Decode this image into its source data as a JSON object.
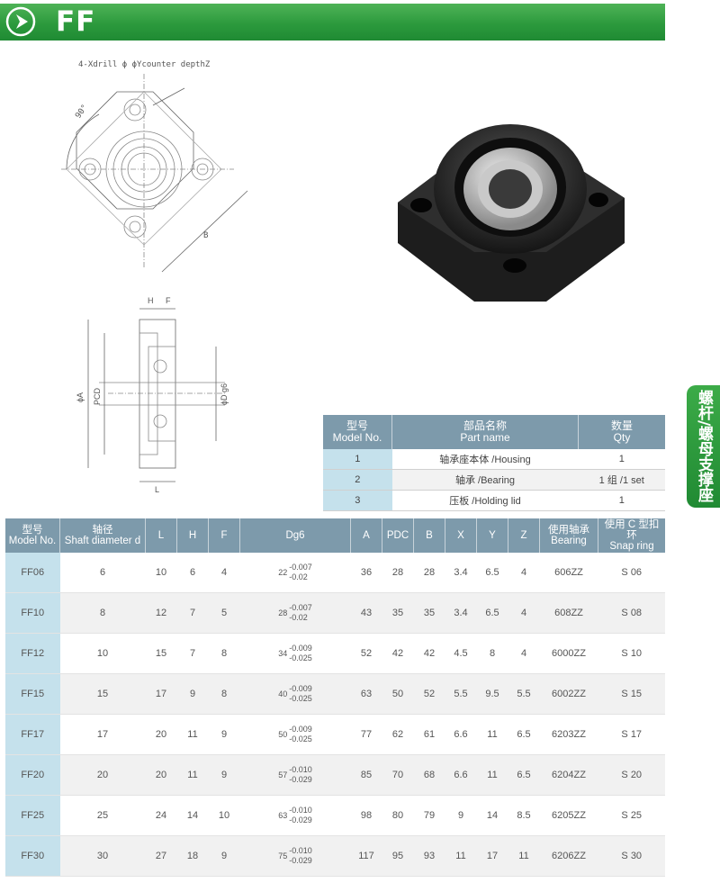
{
  "header": {
    "title": "FF"
  },
  "side_tab": {
    "label": "螺杆/螺母支撑座"
  },
  "drawing": {
    "hole_note": "4-Xdrill ϕ ϕYcounter depthZ",
    "angle": "90°",
    "B": "B",
    "H": "H",
    "F": "F",
    "A": "ϕA",
    "PCD": "PCD",
    "D": "ϕD g6",
    "L": "L"
  },
  "parts_table": {
    "headers": [
      {
        "cn": "型号",
        "en": "Model No."
      },
      {
        "cn": "部品名称",
        "en": "Part name"
      },
      {
        "cn": "数量",
        "en": "Qty"
      }
    ],
    "rows": [
      {
        "no": "1",
        "name": "轴承座本体 /Housing",
        "qty": "1"
      },
      {
        "no": "2",
        "name": "轴承 /Bearing",
        "qty": "1 组 /1 set"
      },
      {
        "no": "3",
        "name": "压板 /Holding lid",
        "qty": "1"
      }
    ]
  },
  "spec_table": {
    "headers": [
      {
        "cn": "型号",
        "en": "Model No."
      },
      {
        "cn": "轴径",
        "en": "Shaft diameter d"
      },
      {
        "cn": "L",
        "en": ""
      },
      {
        "cn": "H",
        "en": ""
      },
      {
        "cn": "F",
        "en": ""
      },
      {
        "cn": "Dg6",
        "en": ""
      },
      {
        "cn": "A",
        "en": ""
      },
      {
        "cn": "PDC",
        "en": ""
      },
      {
        "cn": "B",
        "en": ""
      },
      {
        "cn": "X",
        "en": ""
      },
      {
        "cn": "Y",
        "en": ""
      },
      {
        "cn": "Z",
        "en": ""
      },
      {
        "cn": "使用轴承",
        "en": "Bearing"
      },
      {
        "cn": "使用 C 型扣环",
        "en": "Snap ring"
      }
    ],
    "rows": [
      {
        "model": "FF06",
        "d": "6",
        "L": "10",
        "H": "6",
        "F": "4",
        "dg": "22",
        "up": "-0.007",
        "lo": "-0.02",
        "A": "36",
        "PDC": "28",
        "B": "28",
        "X": "3.4",
        "Y": "6.5",
        "Z": "4",
        "bearing": "606ZZ",
        "ring": "S 06"
      },
      {
        "model": "FF10",
        "d": "8",
        "L": "12",
        "H": "7",
        "F": "5",
        "dg": "28",
        "up": "-0.007",
        "lo": "-0.02",
        "A": "43",
        "PDC": "35",
        "B": "35",
        "X": "3.4",
        "Y": "6.5",
        "Z": "4",
        "bearing": "608ZZ",
        "ring": "S 08"
      },
      {
        "model": "FF12",
        "d": "10",
        "L": "15",
        "H": "7",
        "F": "8",
        "dg": "34",
        "up": "-0.009",
        "lo": "-0.025",
        "A": "52",
        "PDC": "42",
        "B": "42",
        "X": "4.5",
        "Y": "8",
        "Z": "4",
        "bearing": "6000ZZ",
        "ring": "S 10"
      },
      {
        "model": "FF15",
        "d": "15",
        "L": "17",
        "H": "9",
        "F": "8",
        "dg": "40",
        "up": "-0.009",
        "lo": "-0.025",
        "A": "63",
        "PDC": "50",
        "B": "52",
        "X": "5.5",
        "Y": "9.5",
        "Z": "5.5",
        "bearing": "6002ZZ",
        "ring": "S 15"
      },
      {
        "model": "FF17",
        "d": "17",
        "L": "20",
        "H": "11",
        "F": "9",
        "dg": "50",
        "up": "-0.009",
        "lo": "-0.025",
        "A": "77",
        "PDC": "62",
        "B": "61",
        "X": "6.6",
        "Y": "11",
        "Z": "6.5",
        "bearing": "6203ZZ",
        "ring": "S 17"
      },
      {
        "model": "FF20",
        "d": "20",
        "L": "20",
        "H": "11",
        "F": "9",
        "dg": "57",
        "up": "-0.010",
        "lo": "-0.029",
        "A": "85",
        "PDC": "70",
        "B": "68",
        "X": "6.6",
        "Y": "11",
        "Z": "6.5",
        "bearing": "6204ZZ",
        "ring": "S 20"
      },
      {
        "model": "FF25",
        "d": "25",
        "L": "24",
        "H": "14",
        "F": "10",
        "dg": "63",
        "up": "-0.010",
        "lo": "-0.029",
        "A": "98",
        "PDC": "80",
        "B": "79",
        "X": "9",
        "Y": "14",
        "Z": "8.5",
        "bearing": "6205ZZ",
        "ring": "S 25"
      },
      {
        "model": "FF30",
        "d": "30",
        "L": "27",
        "H": "18",
        "F": "9",
        "dg": "75",
        "up": "-0.010",
        "lo": "-0.029",
        "A": "117",
        "PDC": "95",
        "B": "93",
        "X": "11",
        "Y": "17",
        "Z": "11",
        "bearing": "6206ZZ",
        "ring": "S 30"
      }
    ]
  }
}
